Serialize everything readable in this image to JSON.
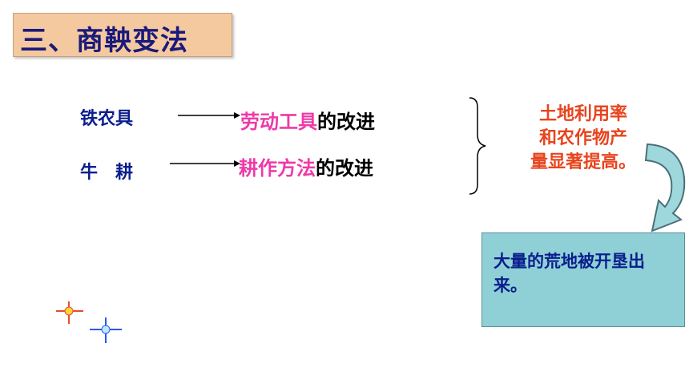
{
  "title": "三、商鞅变法",
  "rows": [
    {
      "cause": "铁农具",
      "highlight": "劳动工具",
      "suffix": "的改进"
    },
    {
      "cause": "牛　耕",
      "highlight": "耕作方法",
      "suffix": "的改进"
    }
  ],
  "outcome": {
    "lines": [
      "土地利用率",
      "和农作物产",
      "量显著提高。"
    ]
  },
  "info": {
    "text": "大量的荒地被开垦出来。"
  },
  "colors": {
    "title_bg": "#f5c9a0",
    "title_text": "#1a1a7a",
    "cause_text": "#0a1e8c",
    "highlight": "#ee3aa8",
    "outcome_text": "#e8441e",
    "info_bg": "#8fd0d6"
  }
}
